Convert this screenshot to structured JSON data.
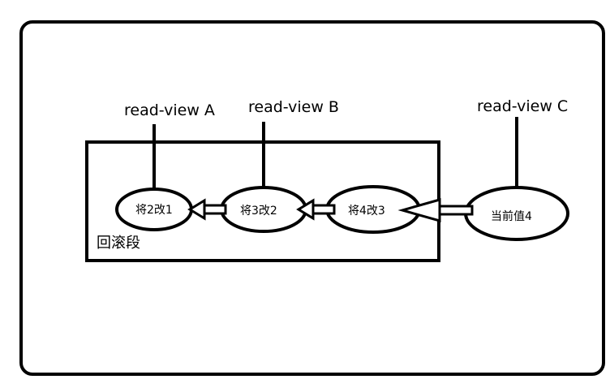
{
  "diagram": {
    "title": "MVCC undo log chain with read-views",
    "rollback_segment_label": "回滚段",
    "read_views": [
      {
        "id": "A",
        "label": "read-view A",
        "points_to": "v1"
      },
      {
        "id": "B",
        "label": "read-view B",
        "points_to": "v2"
      },
      {
        "id": "C",
        "label": "read-view C",
        "points_to": "current"
      }
    ],
    "versions": [
      {
        "id": "v1",
        "label": "将2改1",
        "in_rollback_segment": true
      },
      {
        "id": "v2",
        "label": "将3改2",
        "in_rollback_segment": true
      },
      {
        "id": "v3",
        "label": "将4改3",
        "in_rollback_segment": true
      },
      {
        "id": "current",
        "label": "当前值4",
        "in_rollback_segment": false
      }
    ],
    "arrows": [
      {
        "from": "v2",
        "to": "v1"
      },
      {
        "from": "v3",
        "to": "v2"
      },
      {
        "from": "current",
        "to": "v3"
      }
    ],
    "colors": {
      "stroke": "#000000",
      "background": "#ffffff"
    }
  }
}
